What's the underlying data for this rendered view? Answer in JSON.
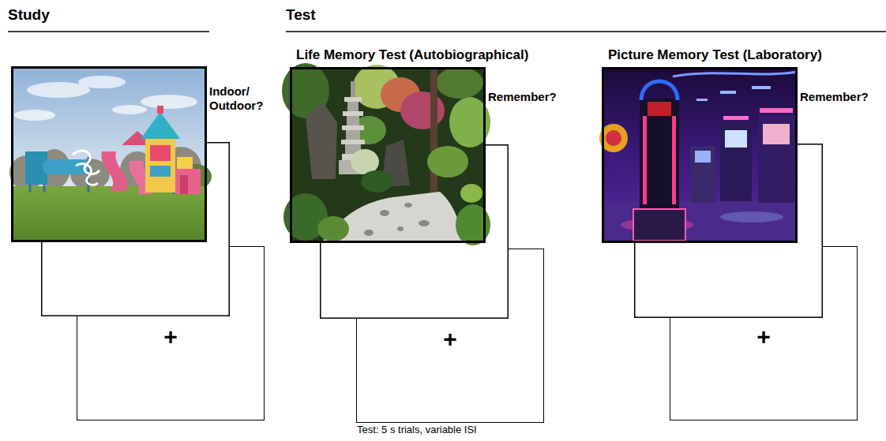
{
  "diagram": {
    "nodes": [
      {
        "text": [
          "Indoor/ Outdoor?"
        ]
      },
      {
        "text": [
          "+"
        ]
      },
      {
        "text": [
          "Life Memory Test (Autobiographical)",
          "Remember?"
        ]
      },
      {
        "text": [
          "+"
        ]
      },
      {
        "text": [
          "Picture Memory Test (Laboratory)",
          "Remember?"
        ]
      },
      {
        "text": [
          "+"
        ]
      }
    ],
    "labels": [
      "Study",
      "Test",
      "Test: 5 s trials, variable ISI"
    ]
  }
}
